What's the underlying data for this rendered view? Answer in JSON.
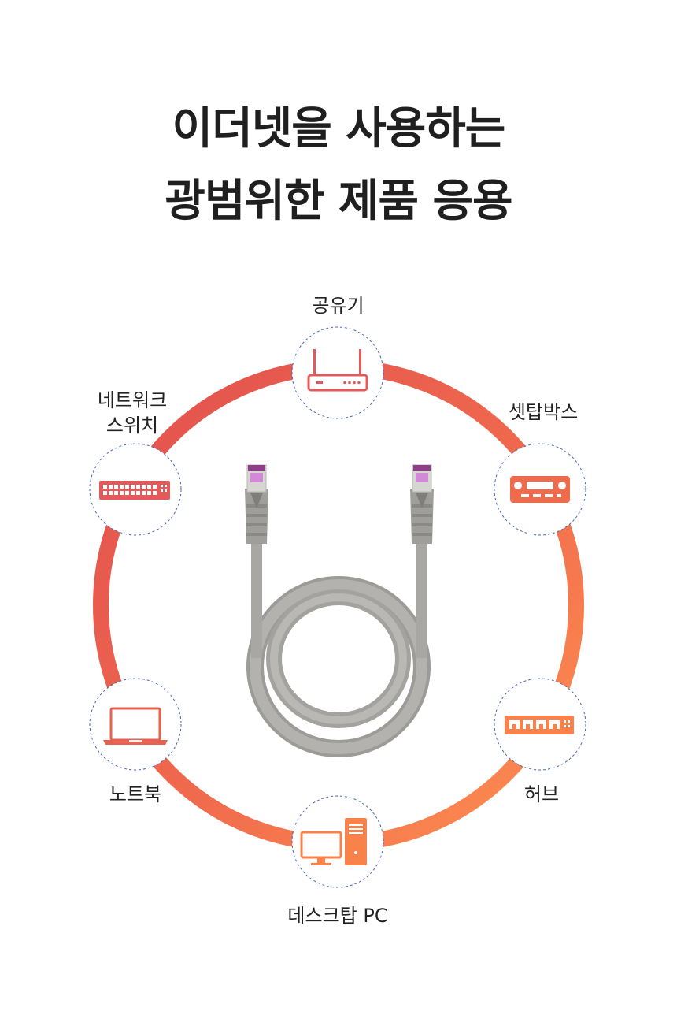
{
  "title": {
    "line1": "이더넷을 사용하는",
    "line2": "광범위한 제품 응용"
  },
  "devices": {
    "router": {
      "label": "공유기",
      "icon": "router-icon"
    },
    "settop": {
      "label": "셋탑박스",
      "icon": "set-top-box-icon"
    },
    "switch": {
      "label_line1": "네트워크",
      "label_line2": "스위치",
      "icon": "network-switch-icon"
    },
    "laptop": {
      "label": "노트북",
      "icon": "laptop-icon"
    },
    "hub": {
      "label": "허브",
      "icon": "hub-icon"
    },
    "desktop": {
      "label": "데스크탑 PC",
      "icon": "desktop-pc-icon"
    }
  },
  "colors": {
    "ring_start": "#e35656",
    "ring_end": "#ff8a4c",
    "icon_red": "#e45a5a",
    "icon_orange": "#f57c4a",
    "cable_gray": "#a4a3a0",
    "connector_purple": "#8e3f8a"
  }
}
